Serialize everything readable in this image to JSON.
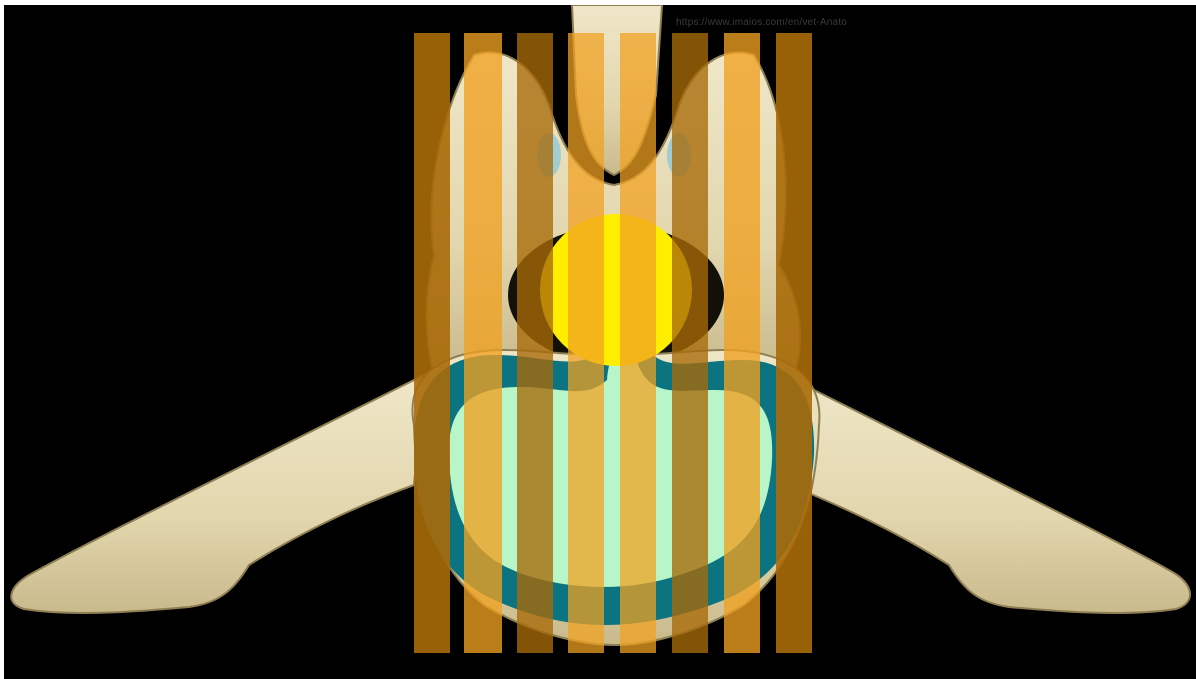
{
  "image": {
    "watermark": "https://www.imaios.com/en/vet-Anato",
    "colors": {
      "background": "#000000",
      "bone": "#e6dcb8",
      "bone_shadow": "#b9a97c",
      "nucleus": "#b8f5c8",
      "annulus": "#0b7480",
      "spinal_cord": "#ffee00",
      "overlay_orange": "#f0a020",
      "overlay_dark": "#a86a08"
    },
    "overlay": {
      "stripe_count": 8,
      "pattern": "alternating dark/light orange vertical bands"
    }
  }
}
